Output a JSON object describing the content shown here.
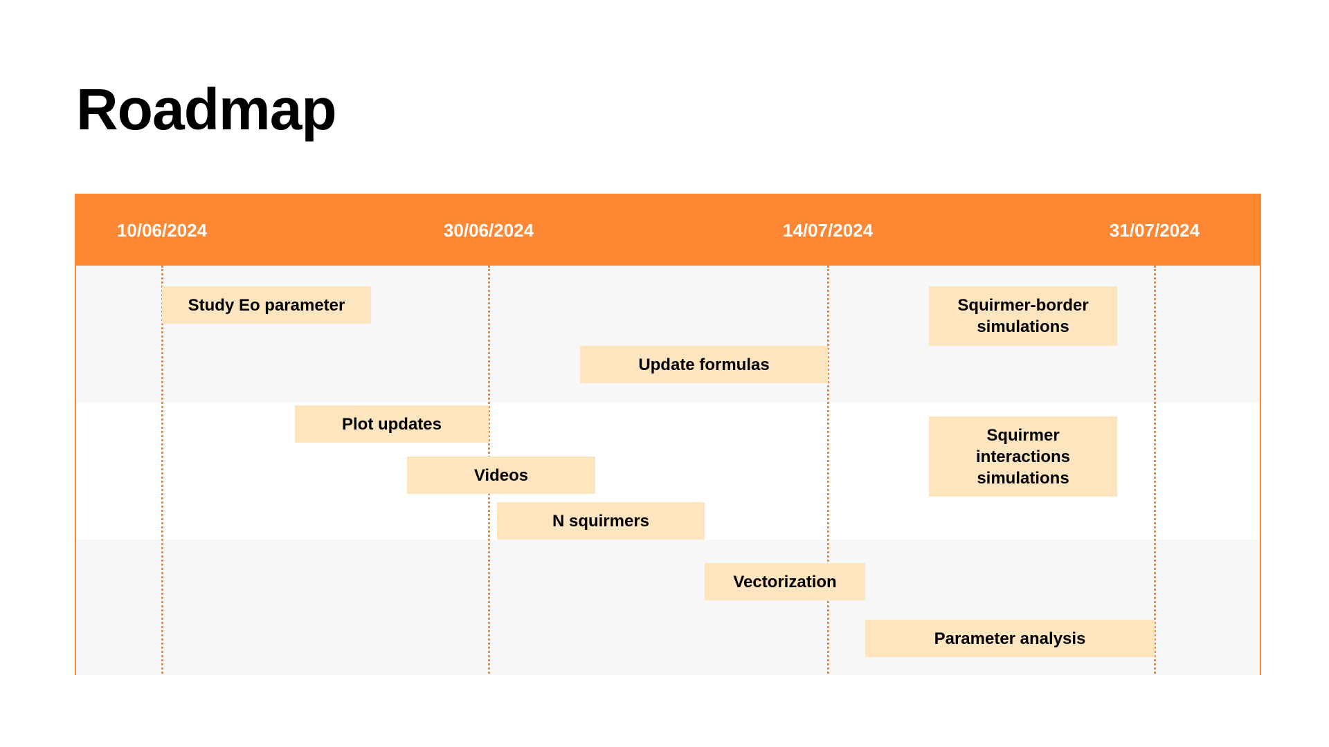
{
  "page": {
    "title": "Roadmap"
  },
  "timeline": {
    "dates": [
      "10/06/2024",
      "30/06/2024",
      "14/07/2024",
      "31/07/2024"
    ],
    "colors": {
      "header": "#fd8733",
      "task": "#fde5bf",
      "band_gray": "#f7f7f7"
    }
  },
  "tasks": [
    {
      "label": "Study Eo parameter"
    },
    {
      "label": "Squirmer-border\nsimulations"
    },
    {
      "label": "Update formulas"
    },
    {
      "label": "Plot updates"
    },
    {
      "label": "Squirmer\ninteractions\nsimulations"
    },
    {
      "label": "Videos"
    },
    {
      "label": "N squirmers"
    },
    {
      "label": "Vectorization"
    },
    {
      "label": "Parameter analysis"
    }
  ]
}
